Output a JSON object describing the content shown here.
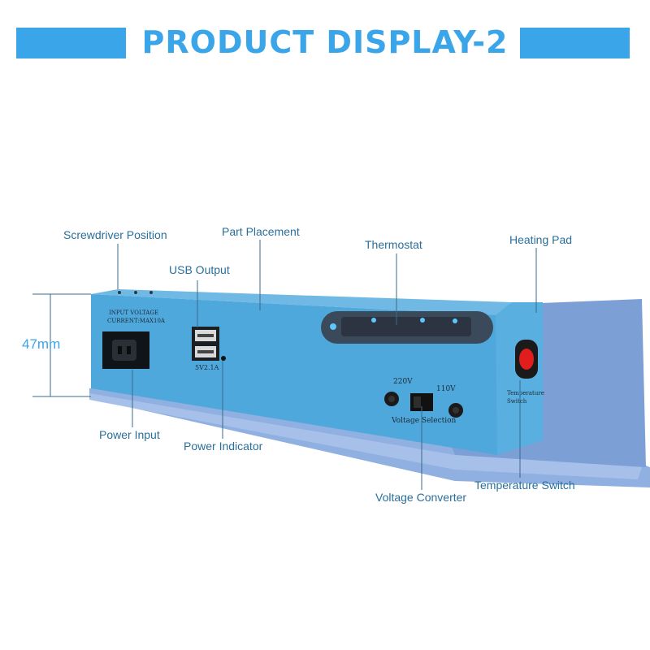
{
  "banner": {
    "title": "PRODUCT DISPLAY-2"
  },
  "dimension": {
    "height": "47mm"
  },
  "labels": {
    "screwdriver_position": "Screwdriver Position",
    "part_placement": "Part Placement",
    "thermostat": "Thermostat",
    "heating_pad": "Heating Pad",
    "usb_output": "USB Output",
    "power_input": "Power Input",
    "power_indicator": "Power Indicator",
    "voltage_converter": "Voltage Converter",
    "temperature_switch": "Temperature Switch"
  },
  "device_text": {
    "input_line1": "INPUT VOLTAGE",
    "input_line2": "CURRENT:MAX10A",
    "usb_rating": "5V2.1A",
    "v220": "220V",
    "v110": "110V",
    "voltage_selection": "Voltage Selection",
    "temp_switch_line1": "Temperature",
    "temp_switch_line2": "Switch"
  },
  "colors": {
    "accent": "#3aa5e8",
    "device_body": "#4fa8dc",
    "pad": "#7c9fd6",
    "label": "#2a6f9a"
  },
  "icons": [
    "power-socket-icon",
    "usb-port-icon",
    "rocker-switch-icon",
    "led-indicator-icon"
  ]
}
